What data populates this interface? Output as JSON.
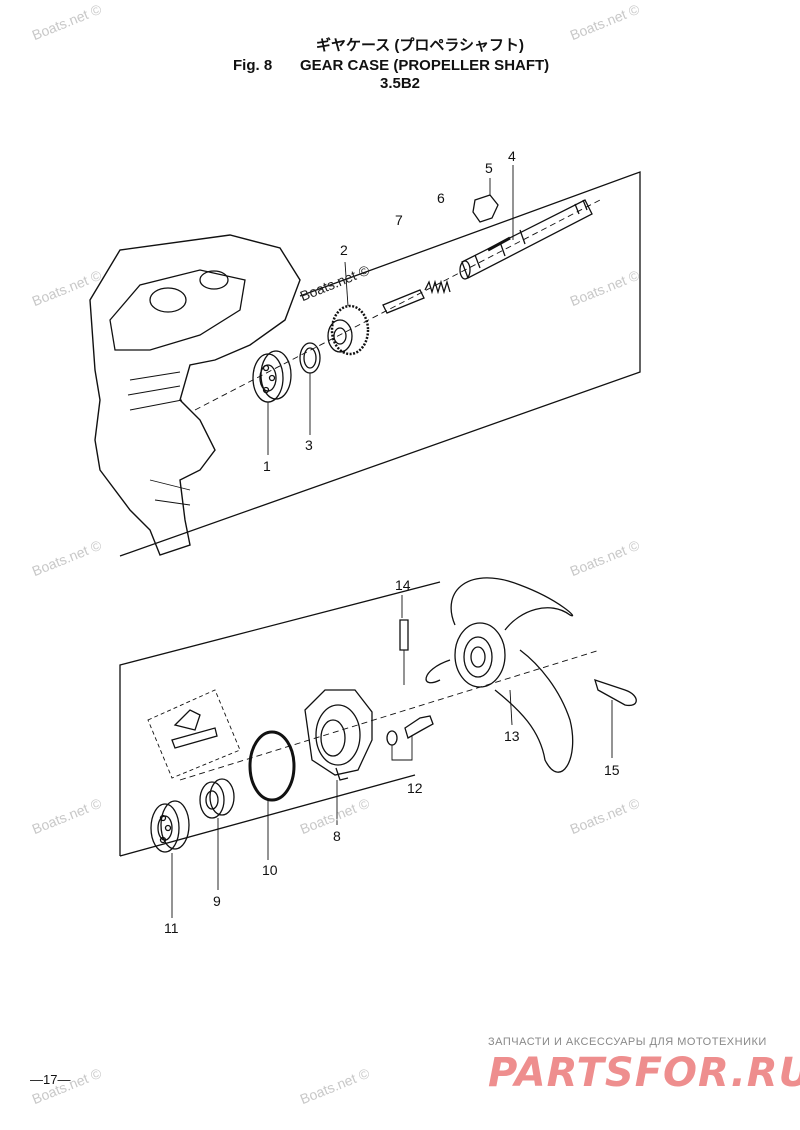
{
  "header": {
    "jp_title": "ギヤケース (プロペラシャフト)",
    "fig_label": "Fig. 8",
    "title": "GEAR CASE (PROPELLER SHAFT)",
    "model": "3.5B2"
  },
  "watermark": "Boats.net ©",
  "part_numbers": [
    "1",
    "2",
    "3",
    "4",
    "5",
    "6",
    "7",
    "8",
    "9",
    "10",
    "11",
    "12",
    "13",
    "14",
    "15"
  ],
  "page_number": "—17—",
  "banner": {
    "subtitle": "ЗАПЧАСТИ И АКСЕССУАРЫ ДЛЯ МОТОТЕХНИКИ",
    "brand": "PARTSFOR.RU",
    "brand_color": "#ee8e8e"
  }
}
